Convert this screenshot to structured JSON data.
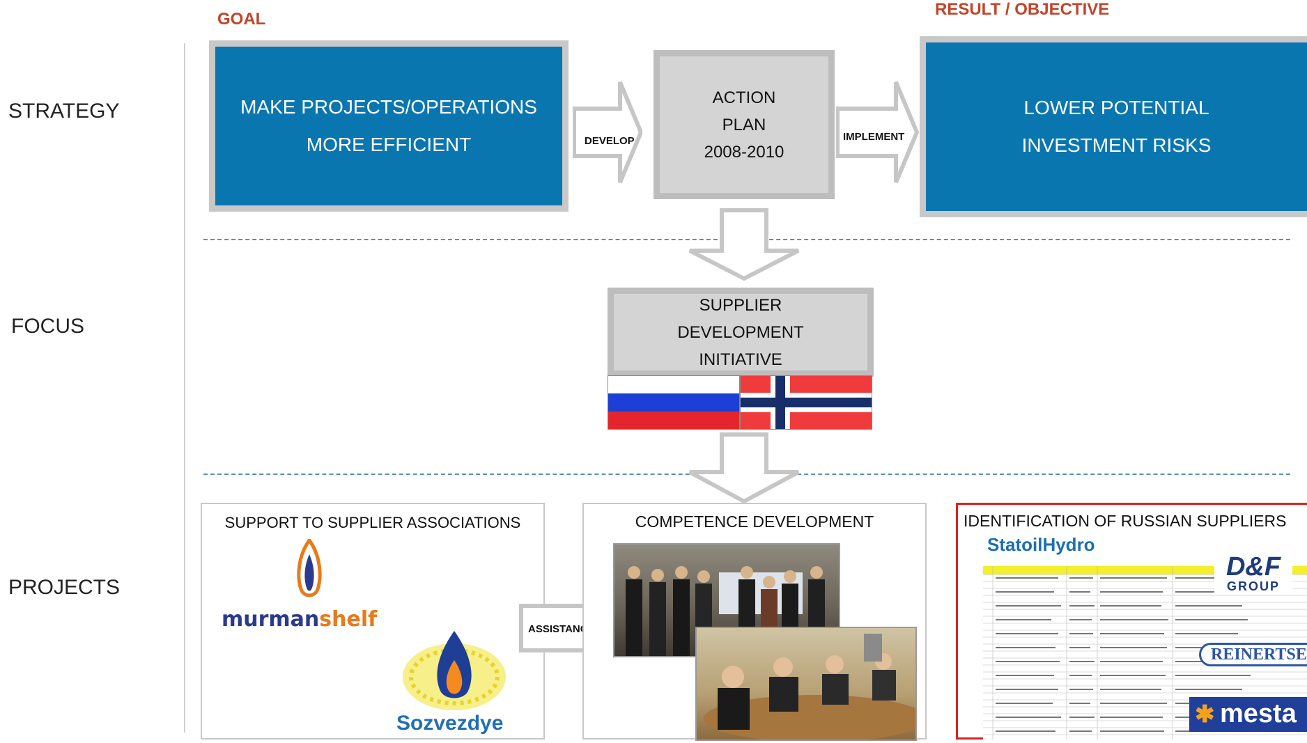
{
  "headers": {
    "goal": "GOAL",
    "result": "RESULT / OBJECTIVE"
  },
  "rows": {
    "strategy": "STRATEGY",
    "focus": "FOCUS",
    "projects": "PROJECTS"
  },
  "strategy": {
    "goal_lines": [
      "MAKE PROJECTS/OPERATIONS",
      "MORE EFFICIENT"
    ],
    "develop_label": "DEVELOP",
    "plan_lines": [
      "ACTION",
      "PLAN",
      "2008-2010"
    ],
    "implement_label": "IMPLEMENT",
    "result_lines": [
      "LOWER POTENTIAL",
      "INVESTMENT RISKS"
    ]
  },
  "focus": {
    "lines": [
      "SUPPLIER",
      "DEVELOPMENT",
      "INITIATIVE"
    ],
    "flags": [
      "russia-flag",
      "norway-flag"
    ]
  },
  "projects": {
    "support": {
      "title": "SUPPORT TO SUPPLIER ASSOCIATIONS",
      "logo1": "murmanshelf",
      "logo2": "Sozvezdye"
    },
    "assistance_label": "ASSISTANCE",
    "competence": {
      "title": "COMPETENCE DEVELOPMENT"
    },
    "identification": {
      "title": "IDENTIFICATION OF RUSSIAN SUPPLIERS",
      "brand": "StatoilHydro",
      "logos": [
        "D&F",
        "GROUP",
        "REINERTSEN",
        "mesta"
      ]
    }
  },
  "colors": {
    "accent_red": "#c0452a",
    "box_blue": "#0a76b0",
    "grey_box": "#d4d4d4",
    "dash_blue": "#5a8fb4",
    "highlight_red": "#d9231f"
  }
}
